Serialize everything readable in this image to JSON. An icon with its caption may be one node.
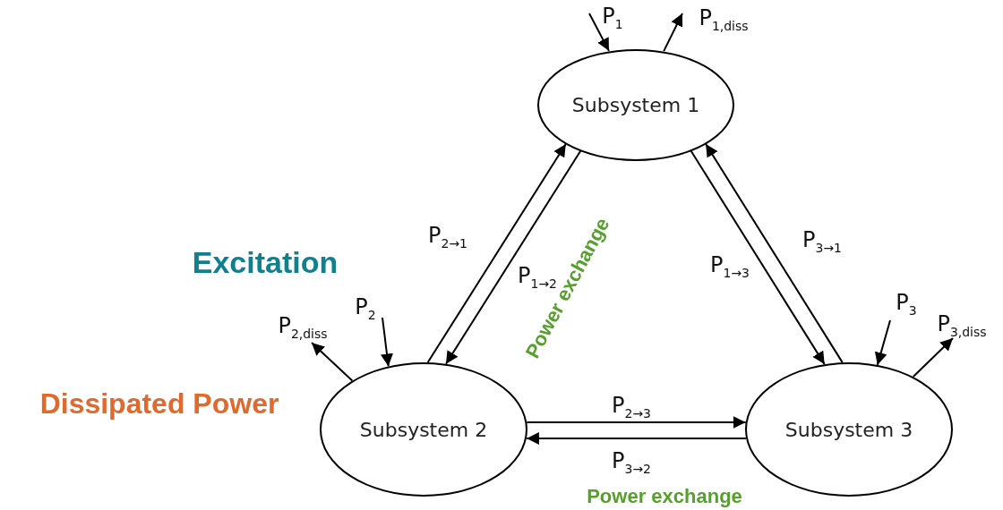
{
  "diagram": {
    "nodes": [
      {
        "text": [
          "Subsystem 1"
        ]
      },
      {
        "text": [
          "Subsystem 2"
        ]
      },
      {
        "text": [
          "Subsystem 3"
        ]
      }
    ],
    "edges": [
      {
        "from": 1,
        "to": 0,
        "arrow": "to",
        "label": "P$_{2→1}$"
      },
      {
        "from": 0,
        "to": 1,
        "arrow": "to",
        "label": "P$_{1→2}$"
      },
      {
        "from": 0,
        "to": 2,
        "arrow": "to",
        "label": "P$_{1→3}$"
      },
      {
        "from": 2,
        "to": 0,
        "arrow": "to",
        "label": "P$_{3→1}$"
      },
      {
        "from": 1,
        "to": 2,
        "arrow": "to",
        "label": "P$_{2→3}$"
      },
      {
        "from": 2,
        "to": 1,
        "arrow": "to",
        "label": "P$_{3→2}$"
      },
      {
        "from": null,
        "to": 0,
        "arrow": "to",
        "label": "P$_{1}$"
      },
      {
        "from": 0,
        "to": null,
        "arrow": "to",
        "label": "P$_{1,diss}$"
      },
      {
        "from": null,
        "to": 1,
        "arrow": "to",
        "label": "P$_{2}$"
      },
      {
        "from": 1,
        "to": null,
        "arrow": "to",
        "label": "P$_{2,diss}$"
      },
      {
        "from": null,
        "to": 2,
        "arrow": "to",
        "label": "P$_{3}$"
      },
      {
        "from": 2,
        "to": null,
        "arrow": "to",
        "label": "P$_{3,diss}$"
      }
    ],
    "labels": [
      "Excitation",
      "Dissipated Power",
      "Power exchange",
      "Power exchange"
    ]
  }
}
